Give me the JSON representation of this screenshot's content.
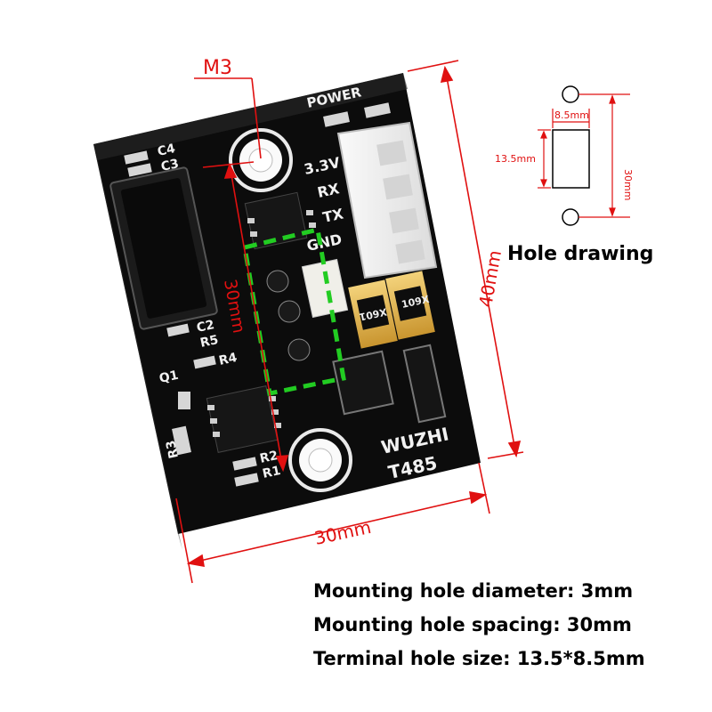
{
  "labels": {
    "m3": "M3",
    "width_dim": "30mm",
    "height_dim": "40mm",
    "hole_spacing_dim": "30mm",
    "hole_drawing_title": "Hole drawing",
    "hole_drawing_width": "8.5mm",
    "hole_drawing_height": "13.5mm",
    "hole_drawing_spacing": "30mm"
  },
  "silkscreen": {
    "power": "POWER",
    "c4": "C4",
    "c3": "C3",
    "v33": "3.3V",
    "rx": "RX",
    "tx": "TX",
    "gnd": "GND",
    "c2": "C2",
    "r5": "R5",
    "r4": "R4",
    "q1": "Q1",
    "r3": "R3",
    "r2": "R2",
    "r1": "R1",
    "brand": "WUZHI",
    "model": "T485",
    "chip_mark_1": "X601",
    "chip_mark_2": "109X"
  },
  "specs": {
    "hole_diameter": "Mounting hole diameter: 3mm",
    "hole_spacing": "Mounting hole spacing: 30mm",
    "terminal_size": "Terminal hole size: 13.5*8.5mm"
  },
  "colors": {
    "dimension": "#e01010",
    "pcb": "#111111",
    "silkscreen": "#f2f2f2",
    "highlight": "#22cc22"
  }
}
